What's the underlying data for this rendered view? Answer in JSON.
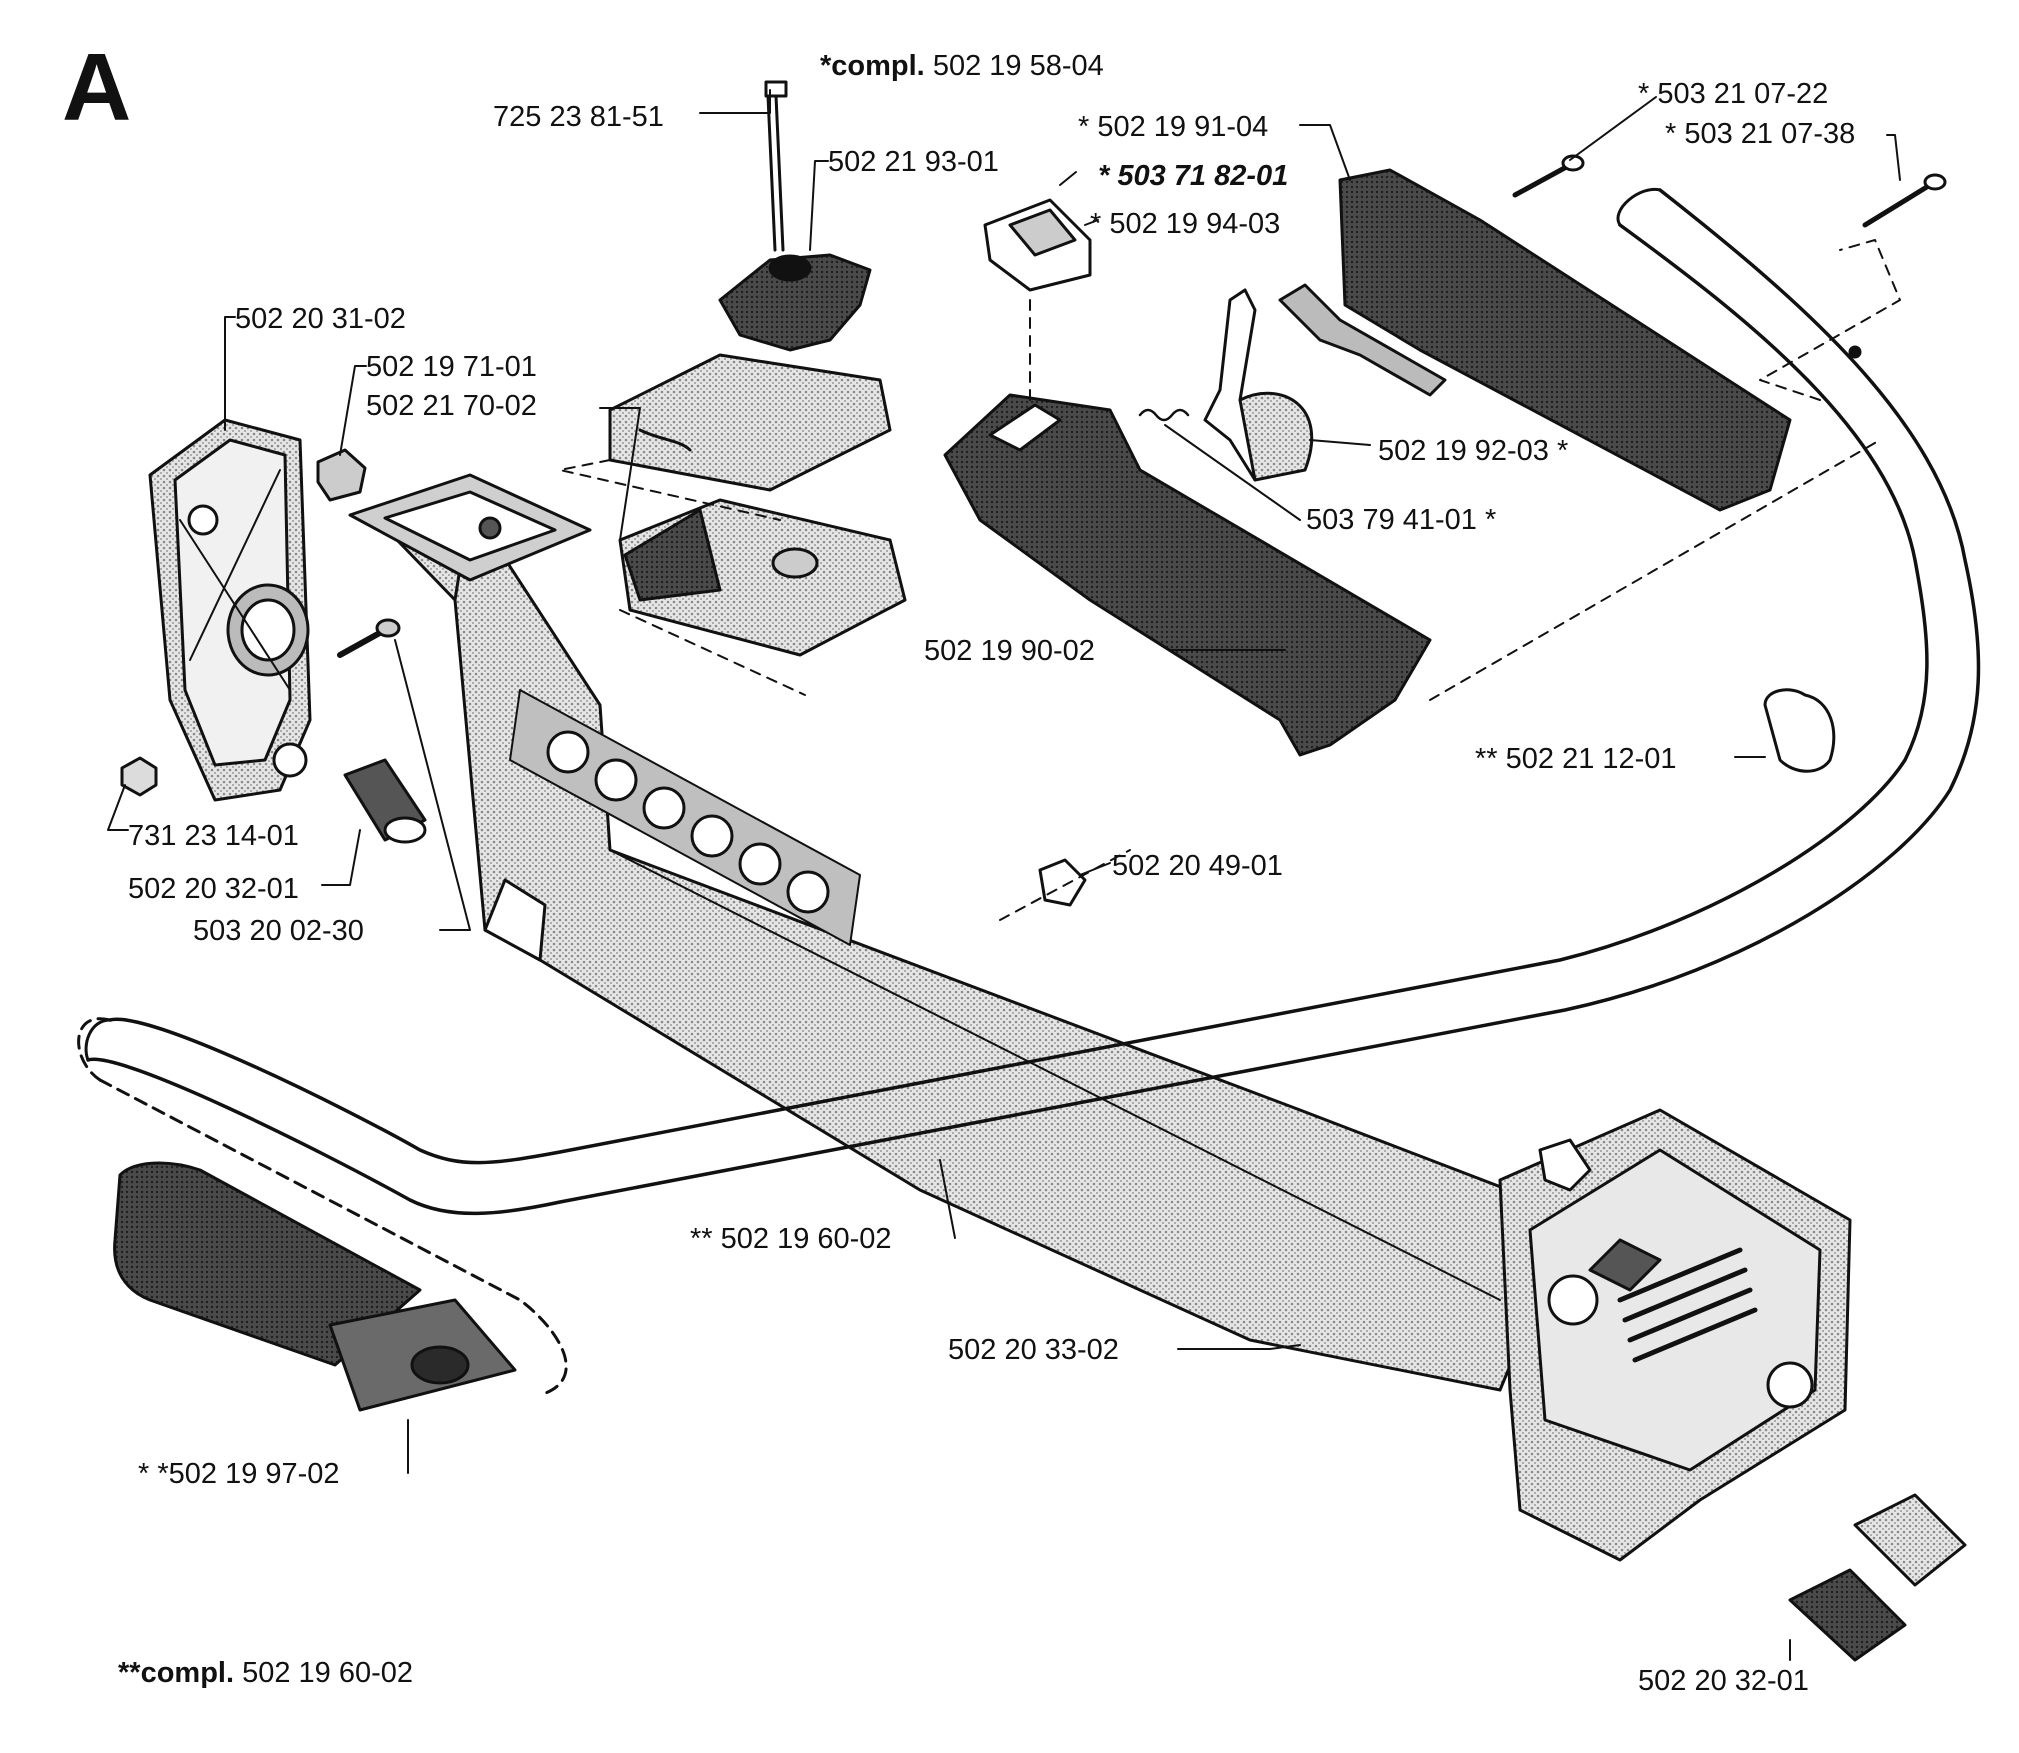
{
  "section": "A",
  "compl_top": {
    "prefix": "*compl.",
    "number": "502 19 58-04"
  },
  "compl_bottom": {
    "prefix": "**compl.",
    "number": "502 19 60-02"
  },
  "labels": {
    "l725238151": "725 23 81-51",
    "l502219301": "502 21 93-01",
    "l502203102": "502 20 31-02",
    "l502197101": "502 19 71-01",
    "l502217002": "502 21 70-02",
    "l731231401": "731 23 14-01",
    "l502203201a": "502 20 32-01",
    "l503200230": "503 20 02-30",
    "l502199104": "* 502 19 91-04",
    "l503718201": "* 503 71 82-01",
    "l502199403": "* 502 19 94-03",
    "l503210722": "* 503 21 07-22",
    "l503210738": "* 503 21 07-38",
    "l502199203": "502 19 92-03 *",
    "l503794101": "503 79 41-01 *",
    "l502199002": "502 19 90-02",
    "l502211201": "** 502 21 12-01",
    "l502204901": "502 20 49-01",
    "l502196002": "** 502 19 60-02",
    "l502203302": "502 20 33-02",
    "l502199702": "* *502 19 97-02",
    "l502203201b": "502 20 32-01"
  },
  "colors": {
    "ink": "#111111",
    "dark_part": "#3a3a3a",
    "mid_part": "#a8a8a8",
    "light_part": "#d6d6d6"
  }
}
